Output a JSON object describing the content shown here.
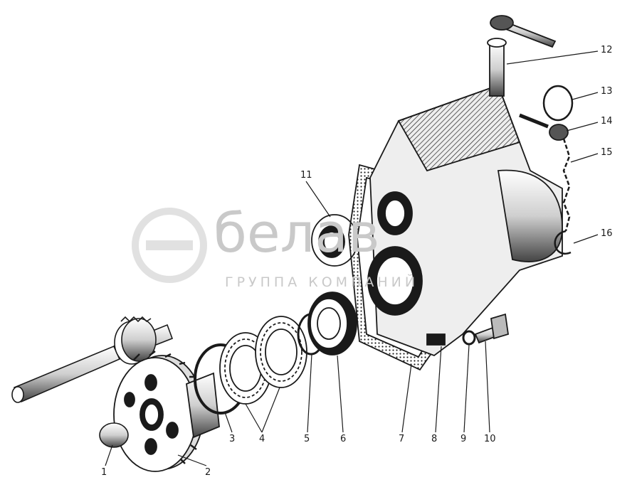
{
  "watermark": {
    "brand": "белав",
    "tagline": "ГРУППА КОМПАНИЙ"
  },
  "callouts": [
    {
      "id": "1",
      "label": "1"
    },
    {
      "id": "2",
      "label": "2"
    },
    {
      "id": "3",
      "label": "3"
    },
    {
      "id": "4",
      "label": "4"
    },
    {
      "id": "5",
      "label": "5"
    },
    {
      "id": "6",
      "label": "6"
    },
    {
      "id": "7",
      "label": "7"
    },
    {
      "id": "8",
      "label": "8"
    },
    {
      "id": "9",
      "label": "9"
    },
    {
      "id": "10",
      "label": "10"
    },
    {
      "id": "11",
      "label": "11"
    },
    {
      "id": "12",
      "label": "12"
    },
    {
      "id": "13",
      "label": "13"
    },
    {
      "id": "14",
      "label": "14"
    },
    {
      "id": "15",
      "label": "15"
    },
    {
      "id": "16",
      "label": "16"
    }
  ],
  "colors": {
    "ink": "#1a1a1a",
    "watermark": "#c9c9c9"
  }
}
